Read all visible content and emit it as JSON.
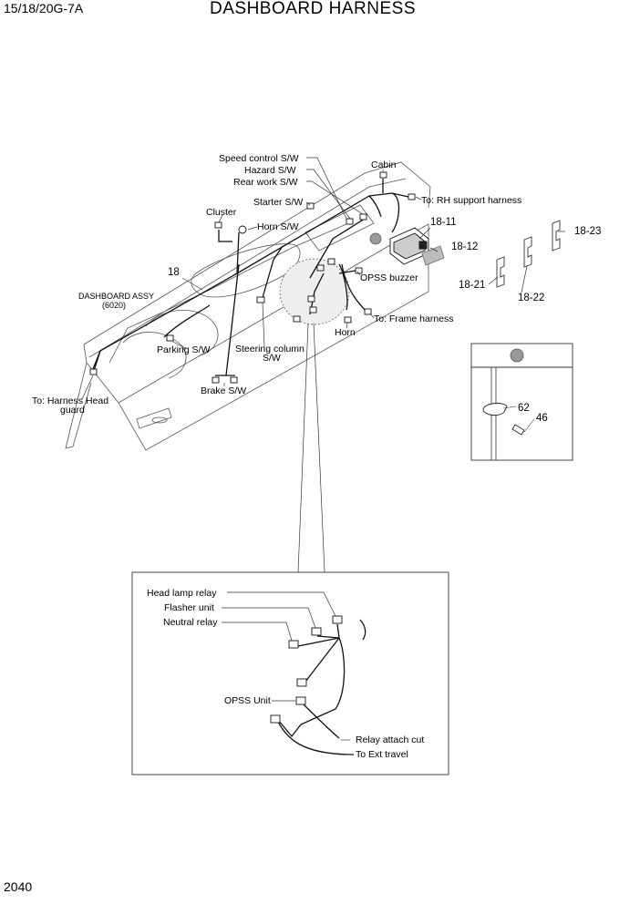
{
  "header": {
    "model": "15/18/20G-7A",
    "title": "DASHBOARD HARNESS"
  },
  "page_number": "2040",
  "main_labels": {
    "speed_control": "Speed control S/W",
    "hazard": "Hazard S/W",
    "rear_work": "Rear work S/W",
    "cabin": "Cabin",
    "starter": "Starter S/W",
    "rh_support": "To: RH support harness",
    "cluster": "Cluster",
    "horn_sw": "Horn S/W",
    "p18_11": "18-11",
    "p18_12": "18-12",
    "p18_23": "18-23",
    "p18_21": "18-21",
    "p18_22": "18-22",
    "p18": "18",
    "opss_buzzer": "OPSS buzzer",
    "dash_assy": "DASHBOARD ASSY",
    "dash_assy_code": "(6020)",
    "frame_harness": "To: Frame harness",
    "horn": "Horn",
    "parking": "Parking S/W",
    "steering_1": "Steering column",
    "steering_2": "S/W",
    "brake": "Brake S/W",
    "harness_head_1": "To: Harness Head",
    "harness_head_2": "guard"
  },
  "clamp_detail": {
    "p62": "62",
    "p46": "46"
  },
  "inset_labels": {
    "head_lamp": "Head lamp relay",
    "flasher": "Flasher unit",
    "neutral": "Neutral relay",
    "opss_unit": "OPSS Unit",
    "relay_attach": "Relay attach cut",
    "ext_travel": "To Ext travel"
  }
}
